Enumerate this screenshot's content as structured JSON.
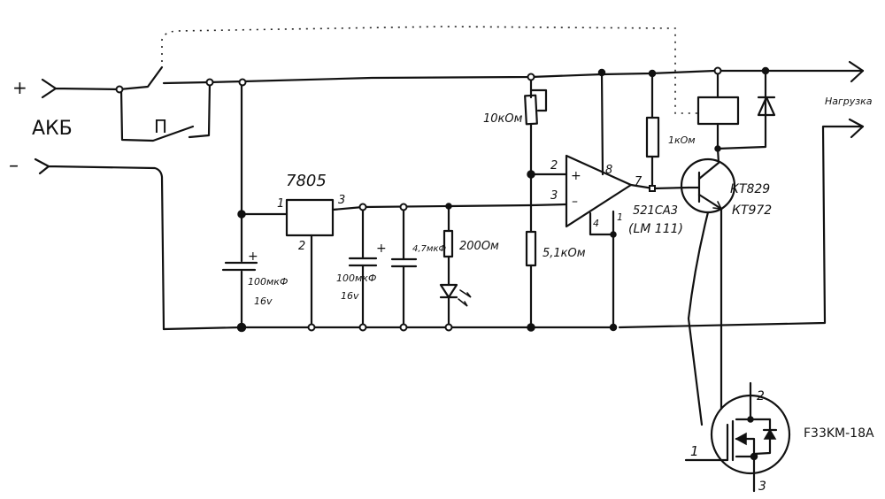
{
  "battery": {
    "name": "АКБ",
    "plus": "+",
    "minus": "–"
  },
  "button_label": "П",
  "regulator": {
    "name": "7805",
    "pin_in": "1",
    "pin_gnd": "2",
    "pin_out": "3"
  },
  "cap_input": {
    "polarity": "+",
    "value": "100мкФ",
    "voltage": "16v"
  },
  "cap_output": {
    "polarity": "+",
    "value": "100мкФ",
    "voltage": "16v"
  },
  "cap_filter": {
    "value": "4,7мкФ"
  },
  "led_resistor": {
    "value": "200Ом"
  },
  "trim_resistor": {
    "value": "10кОм"
  },
  "divider_resistor": {
    "value": "5,1кОм"
  },
  "pullup_resistor": {
    "value": "1кОм"
  },
  "comparator": {
    "name": "521СА3",
    "alt_name": "(LM 111)",
    "pin_plus": "2",
    "pin_minus": "3",
    "pin_vcc": "8",
    "pin_out": "7",
    "pin_gnd": "4",
    "pin_1": "1",
    "plus_sign": "+",
    "minus_sign": "–"
  },
  "transistor": {
    "name1": "КТ829",
    "name2": "КТ972"
  },
  "load_label": "Нагрузка",
  "mosfet": {
    "name": "F33KM-18A",
    "pin_gate": "1",
    "pin_drain": "2",
    "pin_source": "3"
  }
}
